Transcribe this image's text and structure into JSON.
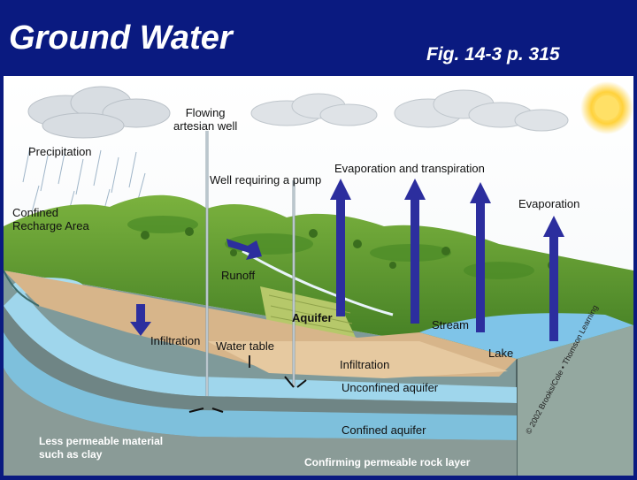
{
  "header": {
    "title": "Ground Water",
    "figure_ref": "Fig. 14-3 p. 315"
  },
  "labels": {
    "flowing_artesian_well": "Flowing\nartesian well",
    "precipitation": "Precipitation",
    "well_requiring_pump": "Well requiring a pump",
    "evaporation_transpiration": "Evaporation and transpiration",
    "evaporation": "Evaporation",
    "confined_recharge_area": "Confined\nRecharge Area",
    "runoff": "Runoff",
    "aquifer": "Aquifer",
    "stream": "Stream",
    "infiltration_left": "Infiltration",
    "water_table": "Water table",
    "lake": "Lake",
    "infiltration_right": "Infiltration",
    "unconfined_aquifer": "Unconfined aquifer",
    "confined_aquifer": "Confined aquifer",
    "less_permeable": "Less permeable material\nsuch as clay",
    "confining_layer": "Confirming permeable rock layer",
    "credit": "© 2002 Brooks/Cole • Thomson Learning"
  },
  "colors": {
    "header_bg": "#0a1a80",
    "sky": "#ffffff",
    "hills": "#5f9e2e",
    "aquifer_blue": "#9fd6ec",
    "sand": "#e6c9a0",
    "rock": "#8aa0a0",
    "arrow": "#2c2e9e",
    "lake": "#7fc4e8"
  }
}
